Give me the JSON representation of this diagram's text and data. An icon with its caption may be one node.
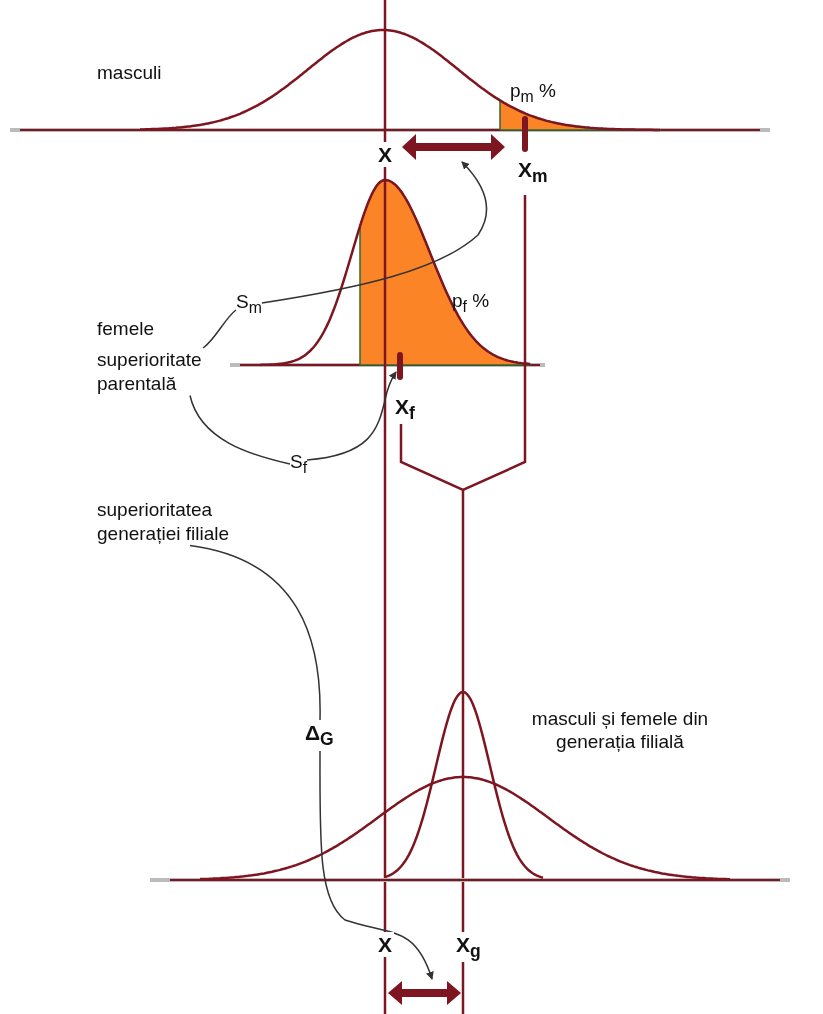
{
  "diagram": {
    "nodes": [
      {
        "text": [
          "S$_{m}$"
        ]
      },
      {
        "text": [
          "superioritate parentală"
        ]
      },
      {
        "text": [
          "S$_{f}$"
        ]
      },
      {
        "text": [
          "superioritatea generației filiale"
        ]
      },
      {
        "text": [
          "Δ$_{G}$"
        ]
      },
      {
        "text": [],
        "shape": "arrow"
      },
      {
        "text": [],
        "shape": "arrow"
      },
      {
        "text": [],
        "shape": "bar"
      }
    ],
    "edges": [
      {
        "from": 0,
        "to": 5,
        "arrow": "to"
      },
      {
        "from": 1,
        "to": 0,
        "arrow": "none"
      },
      {
        "from": 1,
        "to": 2,
        "arrow": "none"
      },
      {
        "from": 2,
        "to": 7,
        "arrow": "to"
      },
      {
        "from": 3,
        "to": 4,
        "arrow": "none"
      },
      {
        "from": 4,
        "to": 6,
        "arrow": "to"
      }
    ],
    "labels": [
      "masculi",
      "p$_{m}$ %",
      "X",
      "X$_{m}$",
      "femele",
      "p$_{f}$ %",
      "X$_{f}$",
      "masculi și femele din generația filială",
      "X",
      "X$_{g}$"
    ]
  }
}
